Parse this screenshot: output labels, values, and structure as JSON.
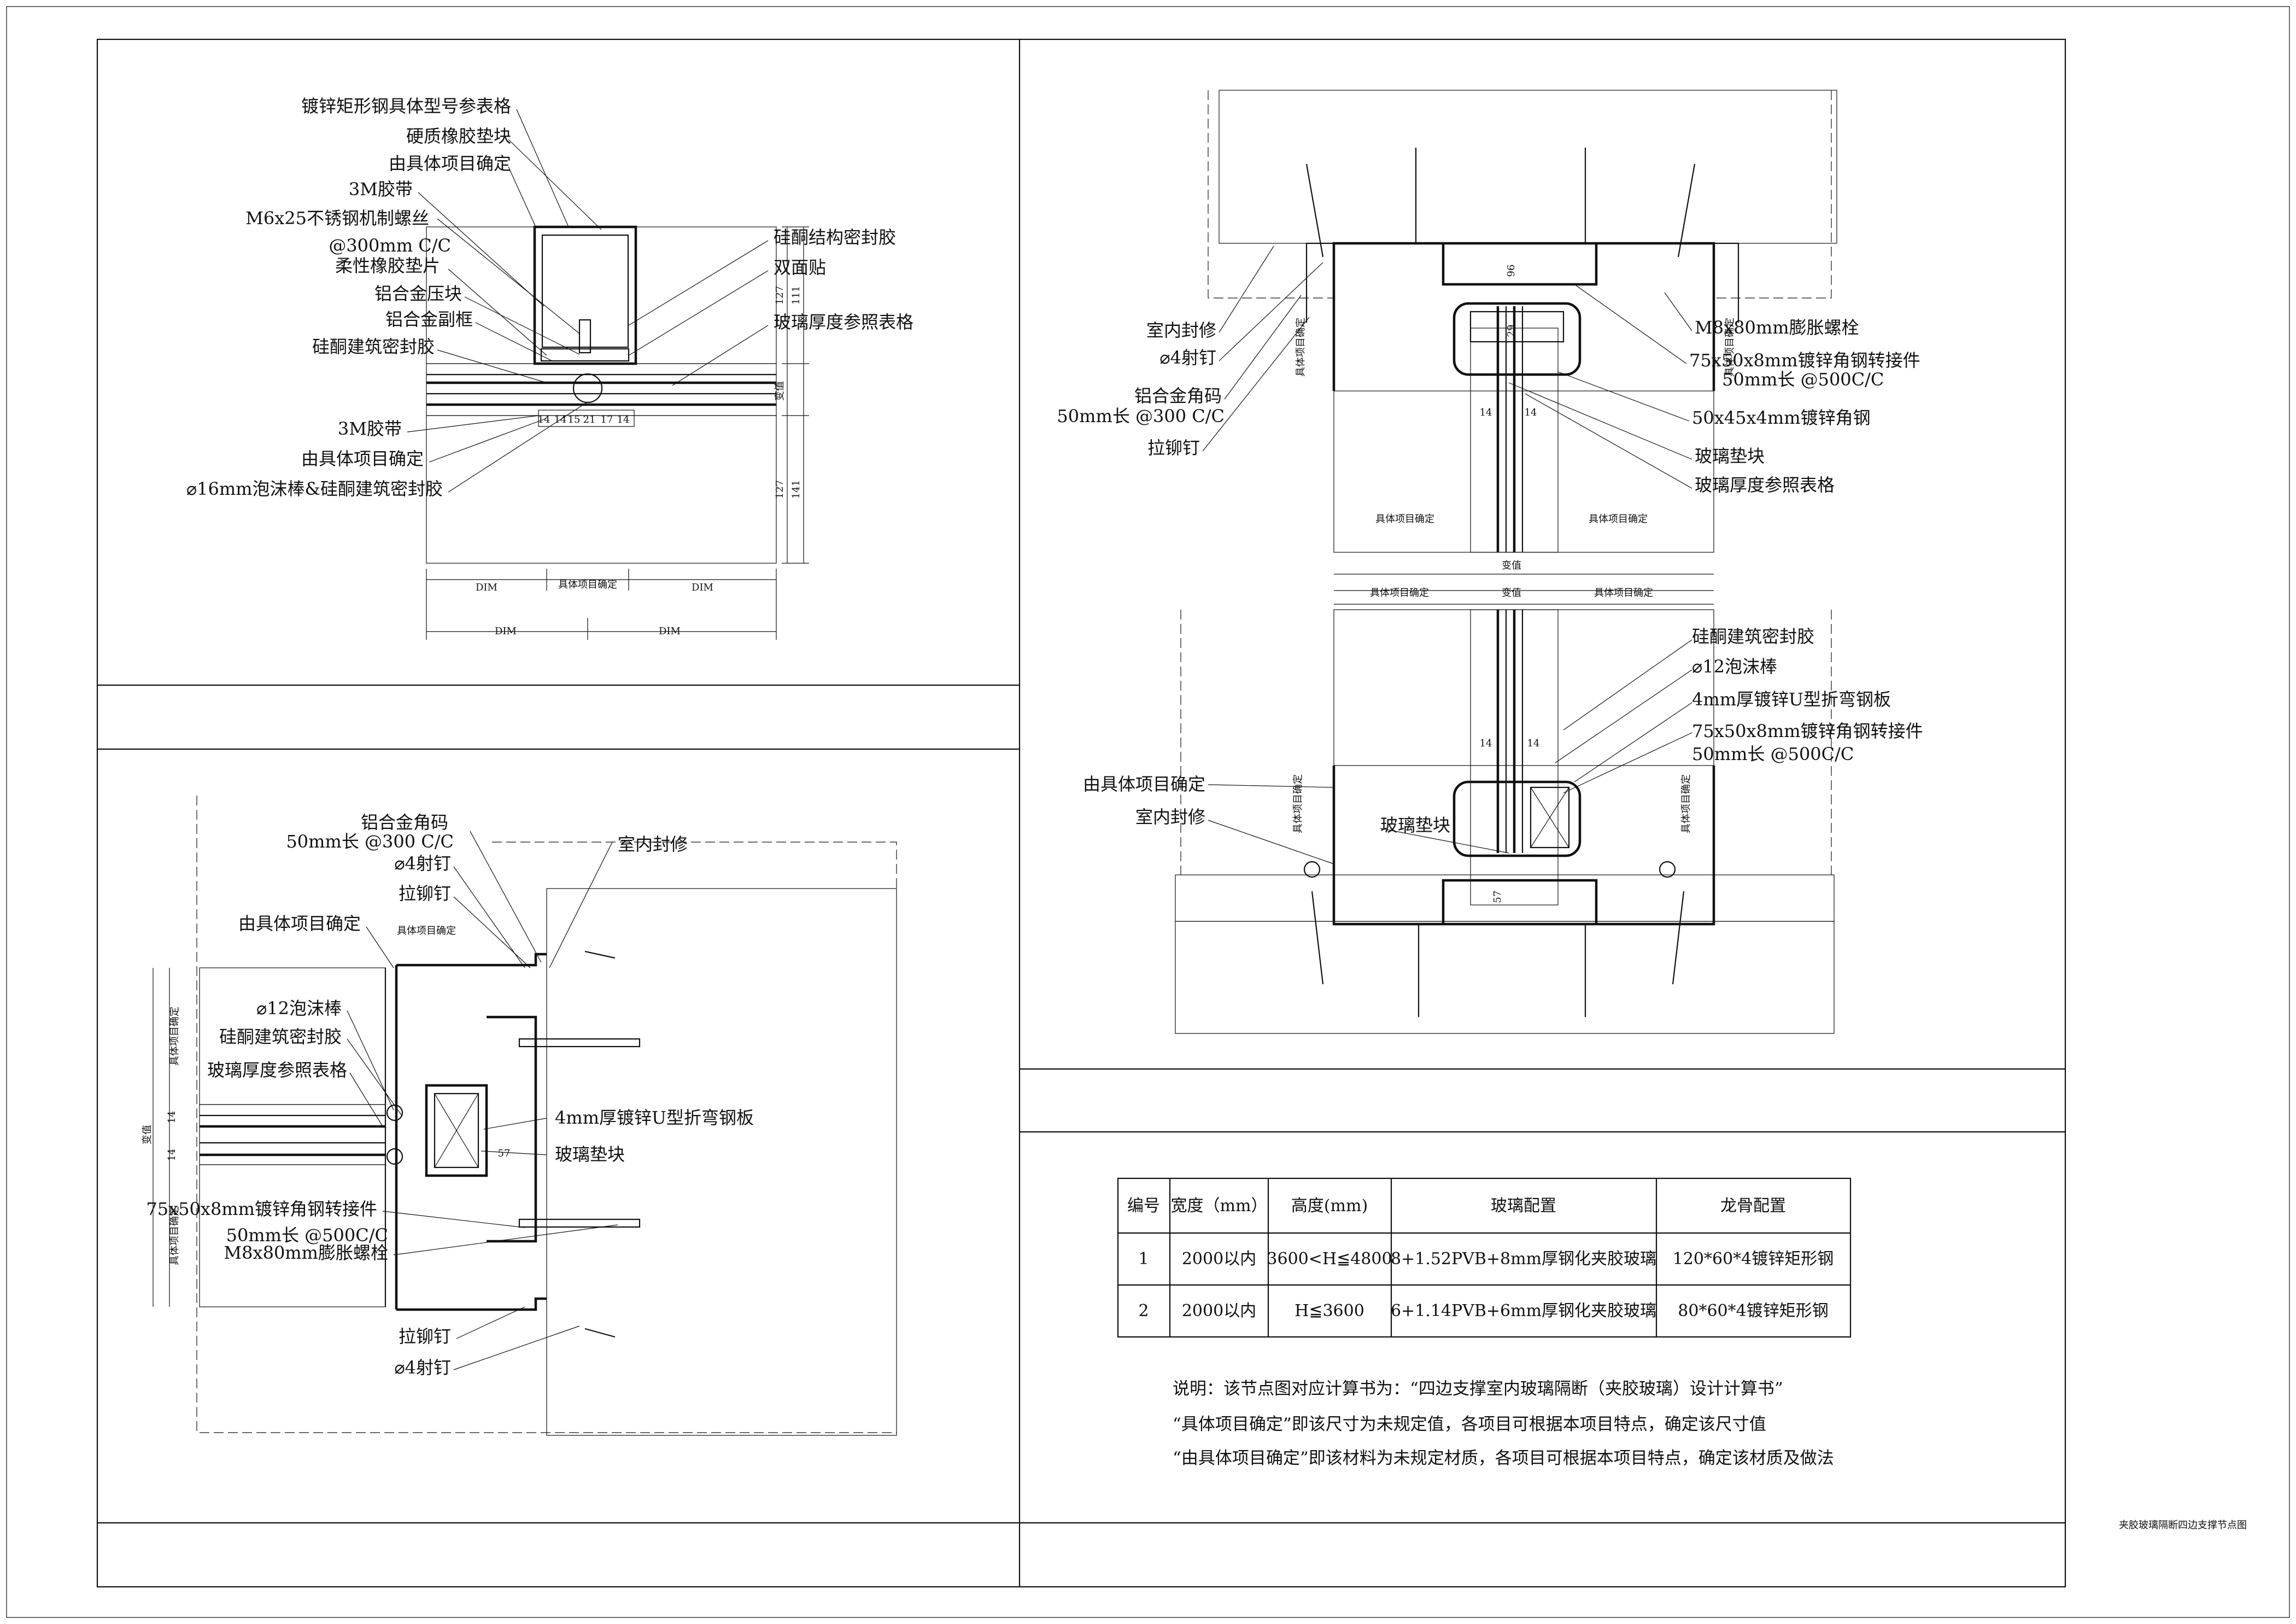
{
  "drawing_title": "夹胶玻璃隔断四边支撑节点图",
  "detail_top_left": {
    "labels": [
      "镀锌矩形钢具体型号参表格",
      "硬质橡胶垫块",
      "由具体项目确定",
      "3M胶带",
      "M6x25不锈钢机制螺丝",
      "@300mm C/C",
      "柔性橡胶垫片",
      "铝合金压块",
      "铝合金副框",
      "硅酮建筑密封胶",
      "3M胶带",
      "由具体项目确定",
      "⌀16mm泡沫棒&硅酮建筑密封胶"
    ],
    "right_labels": [
      "硅酮结构密封胶",
      "双面贴",
      "玻璃厚度参照表格"
    ],
    "dims": [
      "127",
      "111",
      "变值",
      "127",
      "141",
      "14",
      "14",
      "15",
      "21",
      "17",
      "14"
    ],
    "bottom_dims": [
      "DIM",
      "具体项目确定",
      "DIM",
      "DIM",
      "DIM"
    ]
  },
  "detail_bottom_left": {
    "labels": [
      "铝合金角码",
      "50mm长 @300 C/C",
      "⌀4射钉",
      "拉铆钉",
      "由具体项目确定",
      "⌀12泡沫棒",
      "硅酮建筑密封胶",
      "玻璃厚度参照表格",
      "75x50x8mm镀锌角钢转接件",
      "50mm长 @500C/C",
      "M8x80mm膨胀螺栓",
      "拉铆钉",
      "⌀4射钉"
    ],
    "right_labels": [
      "室内封修",
      "4mm厚镀锌U型折弯钢板",
      "玻璃垫块"
    ],
    "dims": [
      "具体项目确定",
      "具体项目确定",
      "变值",
      "具体项目确定",
      "14",
      "14",
      "57"
    ]
  },
  "detail_top_right": {
    "left_labels": [
      "室内封修",
      "⌀4射钉",
      "铝合金角码",
      "50mm长 @300 C/C",
      "拉铆钉"
    ],
    "right_labels": [
      "M8x80mm膨胀螺栓",
      "75x50x8mm镀锌角钢转接件",
      "50mm长 @500C/C",
      "50x45x4mm镀锌角钢",
      "玻璃垫块",
      "玻璃厚度参照表格"
    ],
    "dims": [
      "具体项目确定",
      "变值",
      "具体项目确定",
      "具体项目确定",
      "具体项目确定",
      "96",
      "29",
      "14",
      "14"
    ]
  },
  "detail_bottom_right": {
    "top_dims": [
      "具体项目确定",
      "变值",
      "具体项目确定"
    ],
    "right_labels": [
      "硅酮建筑密封胶",
      "⌀12泡沫棒",
      "4mm厚镀锌U型折弯钢板",
      "75x50x8mm镀锌角钢转接件",
      "50mm长 @500C/C"
    ],
    "left_labels": [
      "由具体项目确定",
      "室内封修"
    ],
    "inner_label": "玻璃垫块",
    "dims": [
      "具体项目确定",
      "具体项目确定",
      "57",
      "14",
      "14"
    ]
  },
  "spec_table": {
    "headers": [
      "编号",
      "宽度（mm）",
      "高度(mm)",
      "玻璃配置",
      "龙骨配置"
    ],
    "rows": [
      [
        "1",
        "2000以内",
        "3600<H≦4800",
        "8+1.52PVB+8mm厚钢化夹胶玻璃",
        "120*60*4镀锌矩形钢"
      ],
      [
        "2",
        "2000以内",
        "H≦3600",
        "6+1.14PVB+6mm厚钢化夹胶玻璃",
        "80*60*4镀锌矩形钢"
      ]
    ]
  },
  "notes": [
    "说明：该节点图对应计算书为：“四边支撑室内玻璃隔断（夹胶玻璃）设计计算书”",
    "“具体项目确定”即该尺寸为未规定值，各项目可根据本项目特点，确定该尺寸值",
    "“由具体项目确定”即该材料为未规定材质，各项目可根据本项目特点，确定该材质及做法"
  ]
}
